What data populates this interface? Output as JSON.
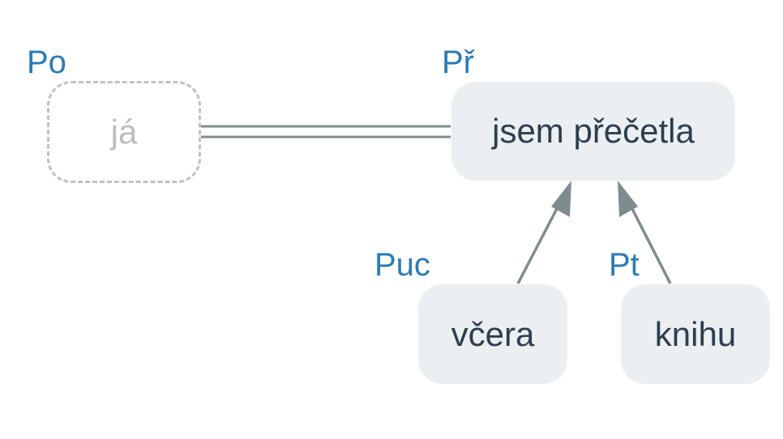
{
  "nodes": {
    "subject": {
      "text": "já",
      "role": "Po",
      "elided": true
    },
    "predicate": {
      "text": "jsem přečetla",
      "role": "Př"
    },
    "adverbial": {
      "text": "včera",
      "role": "Puc"
    },
    "object": {
      "text": "knihu",
      "role": "Pt"
    }
  },
  "colors": {
    "role_label": "#2b7bb5",
    "node_fill": "#eceff1",
    "node_text": "#2c3e50",
    "ghost_border": "#c2c2c2",
    "ghost_text": "#bdbdbd",
    "edge": "#7f8c8d"
  }
}
